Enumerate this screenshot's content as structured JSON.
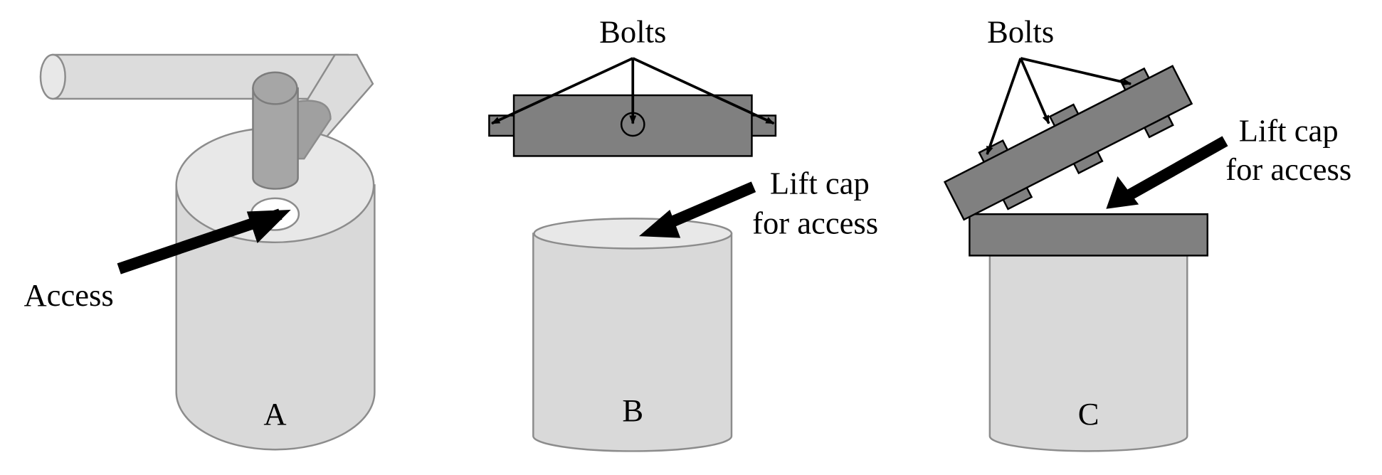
{
  "panels": [
    {
      "label": "A",
      "annotation": "Access"
    },
    {
      "label": "B",
      "callout": "Bolts",
      "annotation_line1": "Lift cap",
      "annotation_line2": "for access"
    },
    {
      "label": "C",
      "callout": "Bolts",
      "annotation_line1": "Lift cap",
      "annotation_line2": "for access"
    }
  ],
  "colors": {
    "body": "#d9d9d9",
    "top": "#e8e8e8",
    "cap": "#808080",
    "pipe": "#a6a6a6",
    "outline": "#8c8c8c"
  }
}
